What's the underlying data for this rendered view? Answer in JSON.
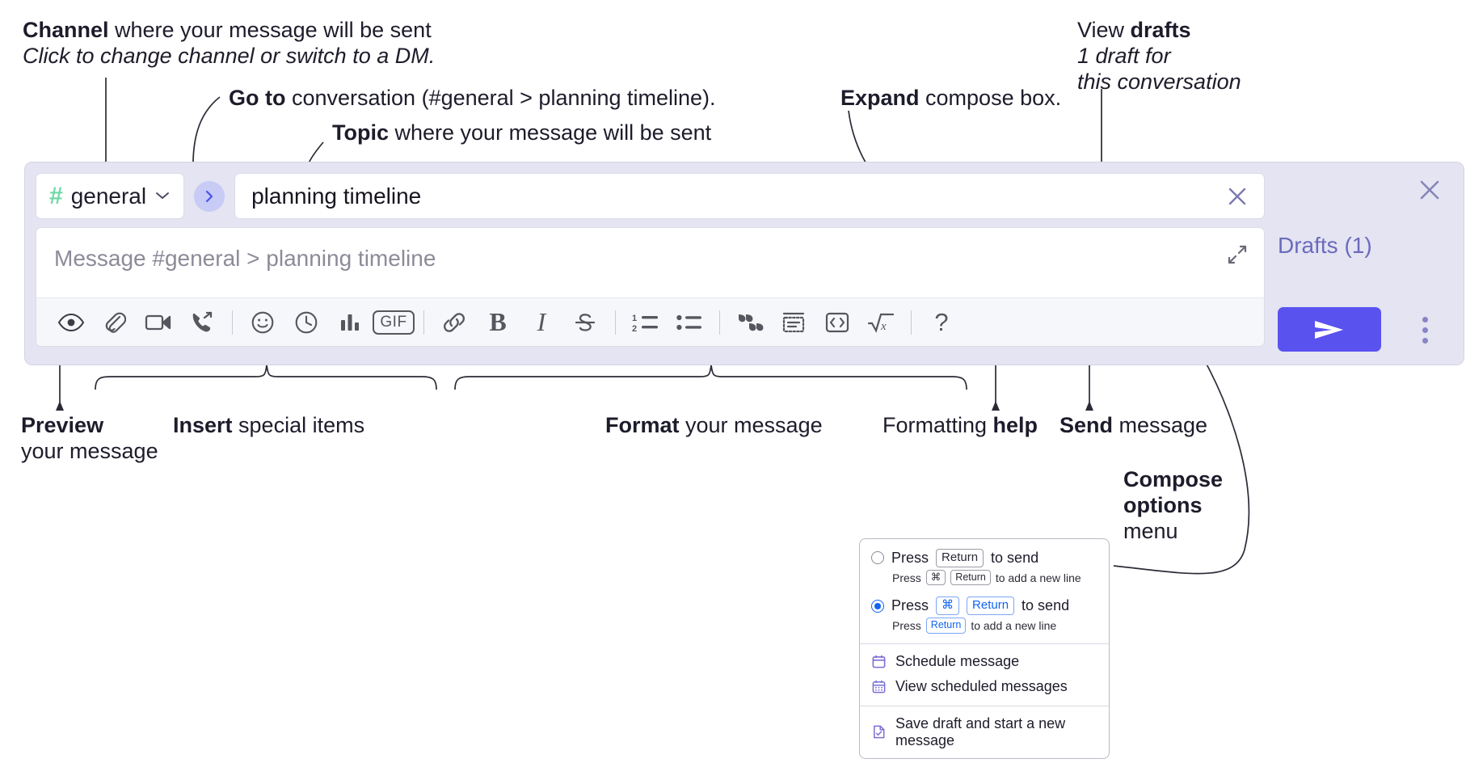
{
  "annotations": {
    "channel": {
      "bold": "Channel",
      "rest": " where your message will be sent",
      "italic": "Click to change channel or switch to a DM."
    },
    "goto": {
      "bold": "Go to",
      "rest": " conversation (#general > planning timeline)."
    },
    "topic": {
      "bold": "Topic",
      "rest": " where your message will be sent"
    },
    "expand": {
      "bold": "Expand",
      "rest": " compose box."
    },
    "drafts": {
      "plain": "View ",
      "bold": "drafts",
      "italic_line1": "1 draft for",
      "italic_line2": "this conversation"
    },
    "preview": {
      "bold": "Preview",
      "line2": "your message"
    },
    "insert": {
      "bold": "Insert",
      "rest": " special items"
    },
    "format": {
      "bold": "Format",
      "rest": " your message"
    },
    "help": {
      "plain": "Formatting ",
      "bold": "help"
    },
    "send": {
      "bold": "Send",
      "rest": " message"
    },
    "compose_options": {
      "bold_line1": "Compose",
      "bold_line2": "options",
      "line3": "menu"
    }
  },
  "compose": {
    "channel": {
      "hash": "#",
      "name": "general",
      "chevron": "chevron-down"
    },
    "goto_button_label": "go-to-conversation",
    "topic": {
      "value": "planning timeline",
      "clear_label": "clear-topic"
    },
    "message": {
      "placeholder": "Message #general > planning timeline",
      "value": ""
    },
    "expand_label": "expand-compose-box",
    "drafts_label": "Drafts (1)",
    "close_label": "close-compose",
    "send_label": "send-message",
    "options_label": "compose-options",
    "toolbar": [
      {
        "name": "preview-icon",
        "type": "icon",
        "group": "preview"
      },
      {
        "name": "attachment-icon",
        "type": "icon",
        "group": "insert"
      },
      {
        "name": "video-icon",
        "type": "icon",
        "group": "insert"
      },
      {
        "name": "huddle-icon",
        "type": "icon",
        "group": "insert"
      },
      {
        "name": "divider",
        "type": "sep",
        "group": "insert"
      },
      {
        "name": "emoji-icon",
        "type": "icon",
        "group": "insert"
      },
      {
        "name": "clock-icon",
        "type": "icon",
        "group": "insert"
      },
      {
        "name": "poll-icon",
        "type": "icon",
        "group": "insert"
      },
      {
        "name": "gif-icon",
        "type": "gif",
        "group": "insert",
        "label": "GIF"
      },
      {
        "name": "divider",
        "type": "sep",
        "group": "format"
      },
      {
        "name": "link-icon",
        "type": "icon",
        "group": "format"
      },
      {
        "name": "bold-icon",
        "type": "bold",
        "group": "format",
        "label": "B"
      },
      {
        "name": "italic-icon",
        "type": "ital",
        "group": "format",
        "label": "I"
      },
      {
        "name": "strikethrough-icon",
        "type": "icon",
        "group": "format"
      },
      {
        "name": "divider",
        "type": "sep",
        "group": "format"
      },
      {
        "name": "ordered-list-icon",
        "type": "icon",
        "group": "format"
      },
      {
        "name": "bulleted-list-icon",
        "type": "icon",
        "group": "format"
      },
      {
        "name": "divider",
        "type": "sep",
        "group": "format"
      },
      {
        "name": "blockquote-icon",
        "type": "icon",
        "group": "format"
      },
      {
        "name": "code-block-icon",
        "type": "icon",
        "group": "format"
      },
      {
        "name": "code-icon",
        "type": "icon",
        "group": "format"
      },
      {
        "name": "math-icon",
        "type": "icon",
        "group": "format"
      },
      {
        "name": "divider",
        "type": "sep",
        "group": "help"
      },
      {
        "name": "help-icon",
        "type": "help",
        "group": "help",
        "label": "?"
      }
    ]
  },
  "popup": {
    "options": [
      {
        "selected": false,
        "press": "Press",
        "keys": [
          "Return"
        ],
        "action": "to send",
        "sub_press": "Press",
        "sub_keys": [
          "⌘",
          "Return"
        ],
        "sub_action": "to add a new line"
      },
      {
        "selected": true,
        "press": "Press",
        "keys": [
          "⌘",
          "Return"
        ],
        "action": "to send",
        "sub_press": "Press",
        "sub_keys": [
          "Return"
        ],
        "sub_action": "to add a new line"
      }
    ],
    "menu": [
      {
        "icon": "calendar-icon",
        "label": "Schedule message"
      },
      {
        "icon": "calendar-grid-icon",
        "label": "View scheduled messages"
      },
      {
        "icon": "save-draft-icon",
        "label": "Save draft and start a new message"
      }
    ]
  },
  "colors": {
    "accent": "#5a52ef",
    "panel": "#e4e4f2",
    "drafts_text": "#6b6bbd",
    "hash_green": "#6fd9a6",
    "radio_blue": "#1264f0",
    "menu_icon_purple": "#7b6fd6"
  }
}
